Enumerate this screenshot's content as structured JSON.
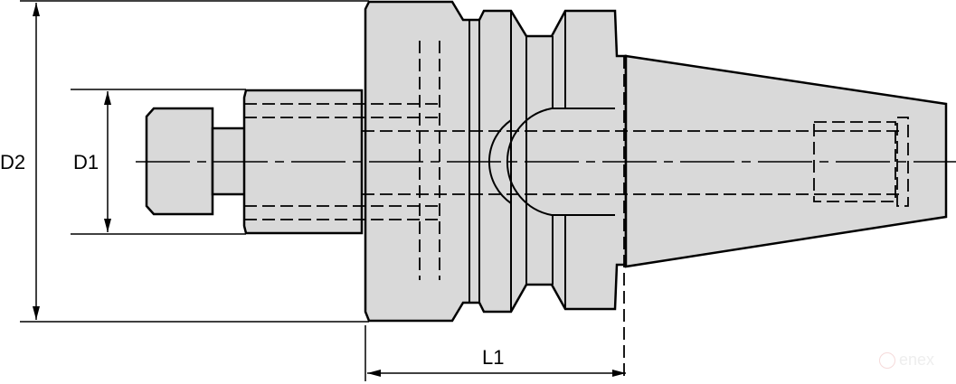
{
  "drawing": {
    "subject": "BT toolholder side view",
    "fill_color": "#d9d9d9",
    "line_color": "#000000"
  },
  "dimensions": {
    "d2": {
      "label": "D2"
    },
    "d1": {
      "label": "D1"
    },
    "l1": {
      "label": "L1"
    }
  },
  "watermark": {
    "text": "enex"
  }
}
